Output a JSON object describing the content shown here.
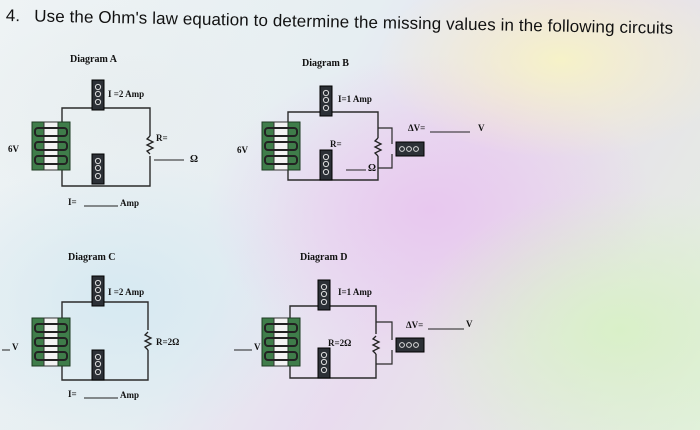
{
  "question": {
    "number": "4.",
    "text": "Use the Ohm's law equation to determine the missing values in the following circuits"
  },
  "diagrams": {
    "a": {
      "title": "Diagram A",
      "ammeter": "I =2 Amp",
      "voltage": "6V",
      "resistance": "R=",
      "resistance_unit": "Ω",
      "current_answer": "I=",
      "current_unit": "Amp"
    },
    "b": {
      "title": "Diagram B",
      "ammeter": "I=1 Amp",
      "voltage": "6V",
      "resistance": "R=",
      "resistance_unit": "Ω",
      "voltmeter": "ΔV=",
      "voltmeter_unit": "V"
    },
    "c": {
      "title": "Diagram C",
      "ammeter": "I =2 Amp",
      "voltage_unit": "V",
      "resistance": "R=2Ω",
      "current_answer": "I=",
      "current_unit": "Amp"
    },
    "d": {
      "title": "Diagram D",
      "ammeter": "I=1 Amp",
      "voltage_unit": "V",
      "resistance": "R=2Ω",
      "voltmeter": "ΔV=",
      "voltmeter_unit": "V"
    }
  }
}
